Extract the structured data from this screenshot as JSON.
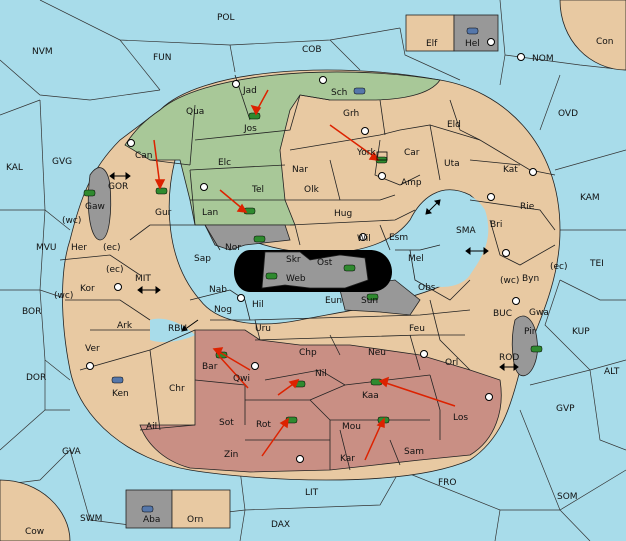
{
  "colors": {
    "sea": "#a8dcea",
    "land": "#e8c9a2",
    "green": "#a8c898",
    "rose": "#c98f84",
    "gray": "#989898",
    "black": "#000000",
    "arrow": "#dd2200",
    "unit_green": "#2f8a2f",
    "unit_blue": "#5577aa"
  },
  "sea_regions": [
    "POL",
    "NVM",
    "FUN",
    "COB",
    "NOM",
    "Con",
    "OVD",
    "KAL",
    "GVG",
    "KAM",
    "MVU",
    "TEI",
    "BOR",
    "KUP",
    "DOR",
    "ALT",
    "GVP",
    "GVA",
    "FRO",
    "SOM",
    "SWM",
    "LIT",
    "DAX",
    "Cow",
    "GOR",
    "SMA",
    "MIT",
    "RBU",
    "BUC",
    "ROD"
  ],
  "land_regions": [
    "Elf",
    "Hel",
    "Jad",
    "Sch",
    "Qua",
    "Jos",
    "Grh",
    "Can",
    "Eld",
    "Elc",
    "Nar",
    "Car",
    "Uta",
    "Kat",
    "Gaw",
    "Tel",
    "Olk",
    "Amp",
    "Gur",
    "Lan",
    "Hug",
    "Rie",
    "Bri",
    "Wil",
    "Esm",
    "Nor",
    "Skr",
    "Ost",
    "Her",
    "Sap",
    "Mel",
    "Byn",
    "Kor",
    "Web",
    "Nab",
    "Sun",
    "Obs",
    "Gwa",
    "Eun",
    "Hil",
    "Nog",
    "Pir",
    "Ark",
    "Uru",
    "Feu",
    "Chp",
    "Neu",
    "Ver",
    "Bar",
    "Qwi",
    "Orl",
    "Nil",
    "Ken",
    "Chr",
    "Kaa",
    "Los",
    "Ail",
    "Sot",
    "Rot",
    "Mou",
    "Zin",
    "Kar",
    "Sam",
    "Aba",
    "Orn",
    "York"
  ],
  "coastal_labels": [
    "(wc)",
    "(ec)",
    "(ec)",
    "(wc)",
    "(wc)",
    "(ec)"
  ]
}
